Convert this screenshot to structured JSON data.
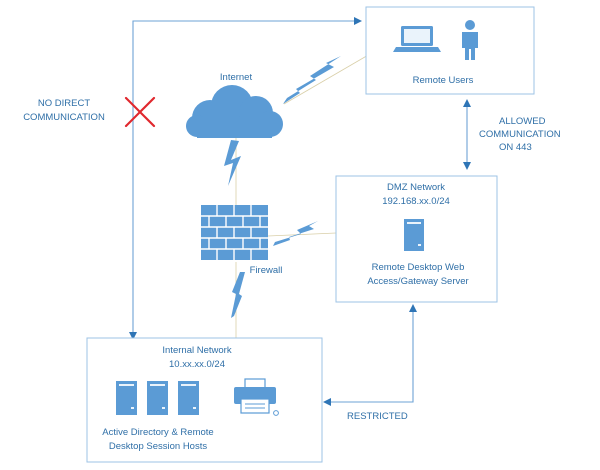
{
  "nodes": {
    "remote_users": {
      "label": "Remote Users"
    },
    "internet": {
      "label": "Internet"
    },
    "dmz": {
      "title": "DMZ Network",
      "subnet": "192.168.xx.0/24",
      "server_label_line1": "Remote Desktop Web",
      "server_label_line2": "Access/Gateway Server"
    },
    "firewall": {
      "label": "Firewall"
    },
    "internal": {
      "title": "Internal Network",
      "subnet": "10.xx.xx.0/24",
      "hosts_label_line1": "Active Directory & Remote",
      "hosts_label_line2": "Desktop Session Hosts"
    }
  },
  "annotations": {
    "no_direct_line1": "NO DIRECT",
    "no_direct_line2": "COMMUNICATION",
    "allowed_line1": "ALLOWED",
    "allowed_line2": "COMMUNICATION",
    "allowed_line3": "ON 443",
    "restricted": "RESTRICTED"
  },
  "colors": {
    "primary": "#5b9bd5",
    "box_border": "#9dc3e6",
    "text": "#2f6fa7",
    "blocked_x": "#e0282e"
  },
  "icons": [
    "laptop-icon",
    "user-icon",
    "cloud-icon",
    "lightning-icon",
    "firewall-icon",
    "server-icon",
    "printer-icon",
    "blocked-x-icon"
  ]
}
